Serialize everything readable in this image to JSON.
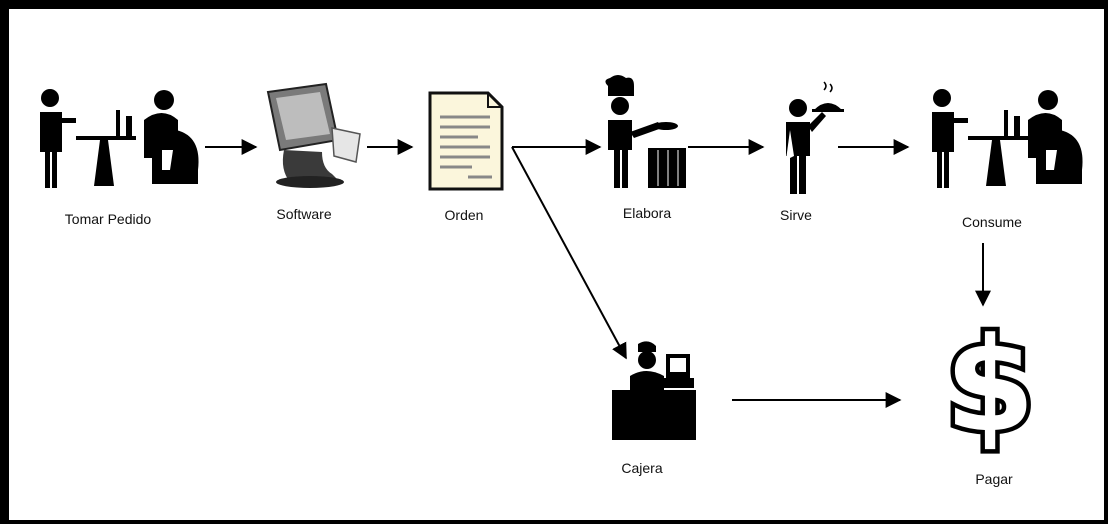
{
  "nodes": {
    "tomar_pedido": {
      "label": "Tomar Pedido",
      "icon": "waiter-and-customer-icon"
    },
    "software": {
      "label": "Software",
      "icon": "pos-terminal-icon"
    },
    "orden": {
      "label": "Orden",
      "icon": "order-document-icon"
    },
    "elabora": {
      "label": "Elabora",
      "icon": "chef-icon"
    },
    "sirve": {
      "label": "Sirve",
      "icon": "waiter-serving-icon"
    },
    "consume": {
      "label": "Consume",
      "icon": "waiter-and-customer-icon"
    },
    "cajera": {
      "label": "Cajera",
      "icon": "cashier-icon"
    },
    "pagar": {
      "label": "Pagar",
      "icon": "dollar-sign-icon"
    }
  },
  "edges": [
    {
      "from": "tomar_pedido",
      "to": "software"
    },
    {
      "from": "software",
      "to": "orden"
    },
    {
      "from": "orden",
      "to": "elabora"
    },
    {
      "from": "orden",
      "to": "cajera"
    },
    {
      "from": "elabora",
      "to": "sirve"
    },
    {
      "from": "sirve",
      "to": "consume"
    },
    {
      "from": "consume",
      "to": "pagar"
    },
    {
      "from": "cajera",
      "to": "pagar"
    }
  ],
  "colors": {
    "line": "#000000",
    "document_fill": "#fbf6dc",
    "document_text_lines": "#888888"
  }
}
